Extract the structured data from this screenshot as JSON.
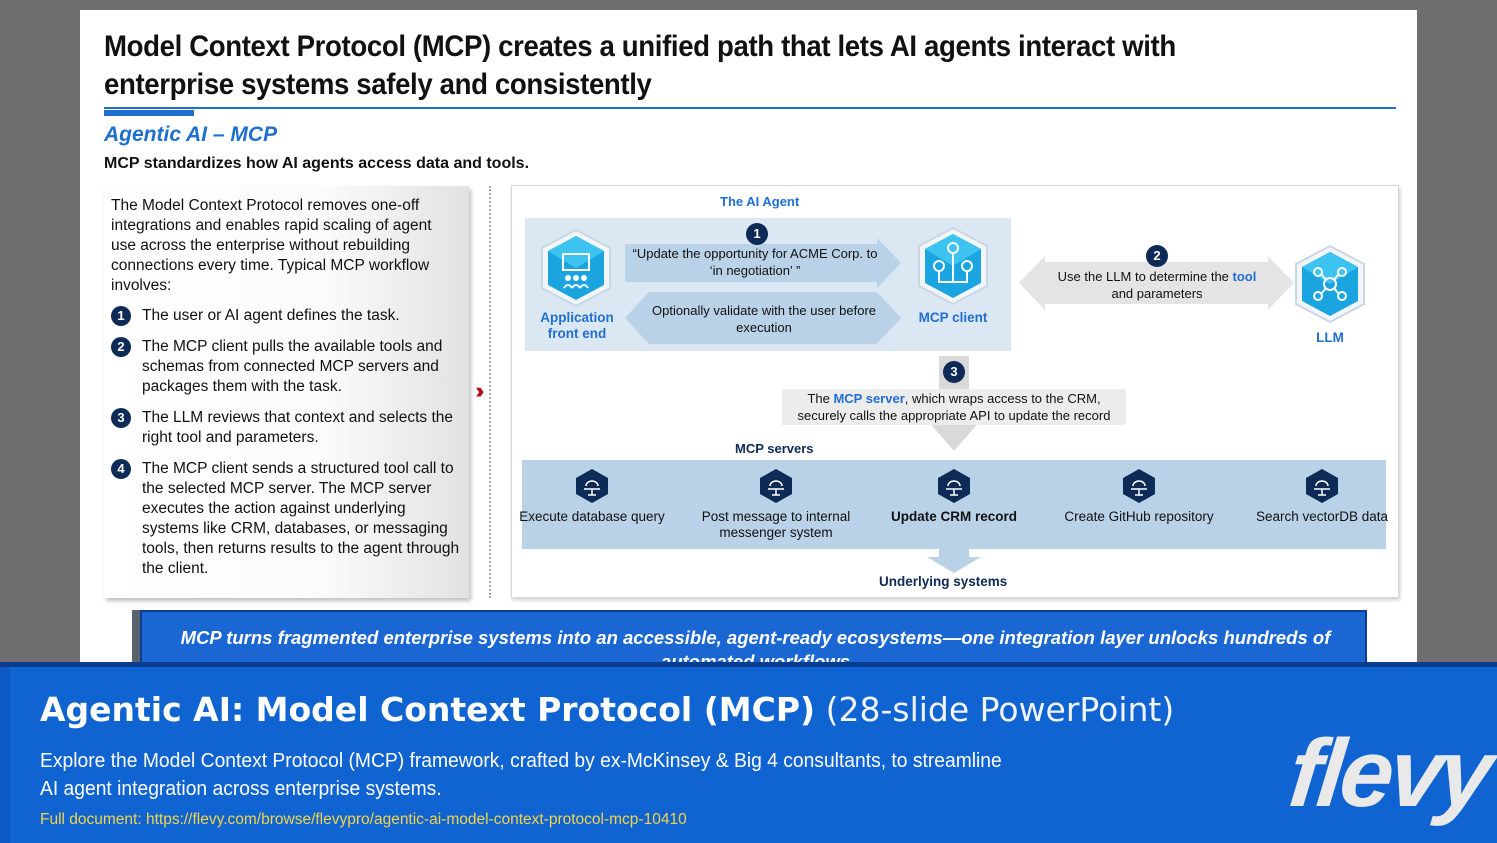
{
  "slide": {
    "title": "Model Context Protocol (MCP) creates a unified path that lets AI agents interact with enterprise systems safely and consistently",
    "subtitle": "Agentic AI – MCP",
    "lead": "MCP standardizes how AI agents access data and tools.",
    "left_panel": {
      "intro": "The Model Context Protocol removes one-off integrations and enables rapid scaling of agent use across the enterprise without rebuilding connections every time. Typical MCP workflow involves:",
      "steps": [
        {
          "num": "1",
          "text": "The user or AI agent defines the task."
        },
        {
          "num": "2",
          "text": "The MCP client pulls the available tools and schemas from connected MCP servers and packages them with the task."
        },
        {
          "num": "3",
          "text": "The LLM reviews that context and selects the right tool and parameters."
        },
        {
          "num": "4",
          "text": "The MCP client sends a structured tool call to the selected MCP server. The MCP server executes the action against underlying systems like CRM, databases, or messaging tools, then returns results to the agent through the client."
        }
      ]
    },
    "diagram": {
      "agent_label": "The AI Agent",
      "app_label": "Application front end",
      "client_label": "MCP client",
      "llm_label": "LLM",
      "badge1": "1",
      "badge2": "2",
      "badge3": "3",
      "arrow1_text": "“Update the opportunity for ACME Corp. to ‘in negotiation’ ”",
      "arrow_back_text": "Optionally validate with the user before execution",
      "arrow2_pre": "Use the LLM to determine the ",
      "arrow2_tool": "tool",
      "arrow2_post": "and parameters",
      "arrow3_pre": "The ",
      "arrow3_server": "MCP server",
      "arrow3_post": ", which wraps access to the CRM,",
      "arrow3_line2": "securely calls the appropriate API to update the record",
      "servers_label": "MCP servers",
      "servers": [
        {
          "label": "Execute database query",
          "bold": false
        },
        {
          "label": "Post message to internal messenger system",
          "bold": false
        },
        {
          "label": "Update CRM record",
          "bold": true
        },
        {
          "label": "Create GitHub repository",
          "bold": false
        },
        {
          "label": "Search vectorDB data",
          "bold": false
        }
      ],
      "underlying_label": "Underlying systems"
    },
    "callout": "MCP turns fragmented enterprise systems into an accessible, agent-ready ecosystems—one integration layer unlocks hundreds of automated workflows"
  },
  "footer": {
    "title_bold": "Agentic AI: Model Context Protocol (MCP)",
    "title_light": "(28-slide PowerPoint)",
    "description": "Explore the Model Context Protocol (MCP) framework, crafted by ex-McKinsey & Big 4 consultants, to streamline AI agent integration across enterprise systems.",
    "link": "Full document: https://flevy.com/browse/flevypro/agentic-ai-model-context-protocol-mcp-10410",
    "logo": "flevy"
  },
  "colors": {
    "accent_blue": "#1f6fd0",
    "navy": "#0e2a56",
    "footer_blue": "#1064d2",
    "link_yellow": "#f2d34a",
    "chevron_red": "#b01018"
  }
}
